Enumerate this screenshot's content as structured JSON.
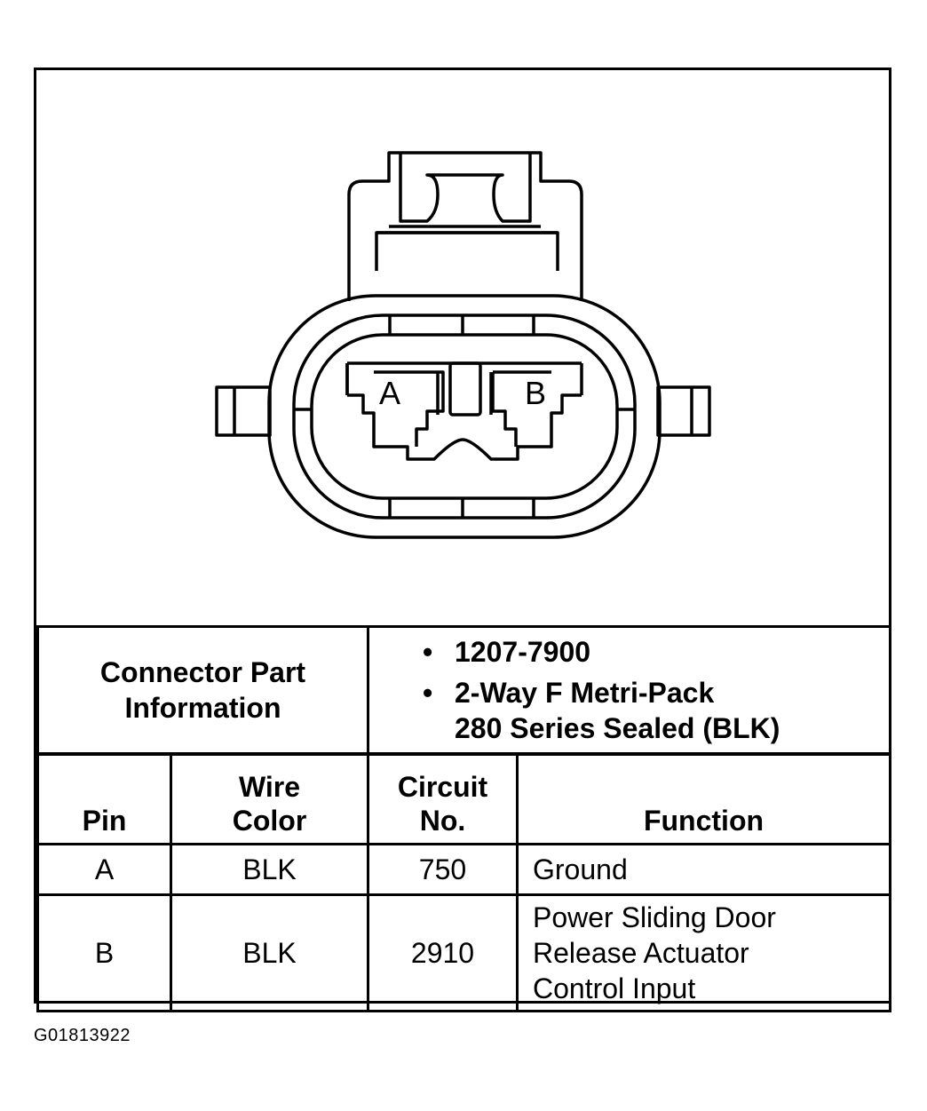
{
  "diagram": {
    "pin_labels": [
      "A",
      "B"
    ]
  },
  "connector_info": {
    "label_line1": "Connector Part",
    "label_line2": "Information",
    "items": [
      {
        "line1": "1207-7900",
        "line2": ""
      },
      {
        "line1": "2-Way F Metri-Pack",
        "line2": "280 Series Sealed (BLK)"
      }
    ]
  },
  "pin_table": {
    "headers": {
      "pin": [
        "",
        "Pin"
      ],
      "wire_color": [
        "Wire",
        "Color"
      ],
      "circuit_no": [
        "Circuit",
        "No."
      ],
      "function": [
        "",
        "Function"
      ]
    },
    "rows": [
      {
        "pin": "A",
        "wire_color": "BLK",
        "circuit_no": "750",
        "function": [
          "Ground"
        ]
      },
      {
        "pin": "B",
        "wire_color": "BLK",
        "circuit_no": "2910",
        "function": [
          "Power Sliding Door",
          "Release Actuator",
          "Control Input"
        ]
      }
    ]
  },
  "figure_id": "G01813922"
}
